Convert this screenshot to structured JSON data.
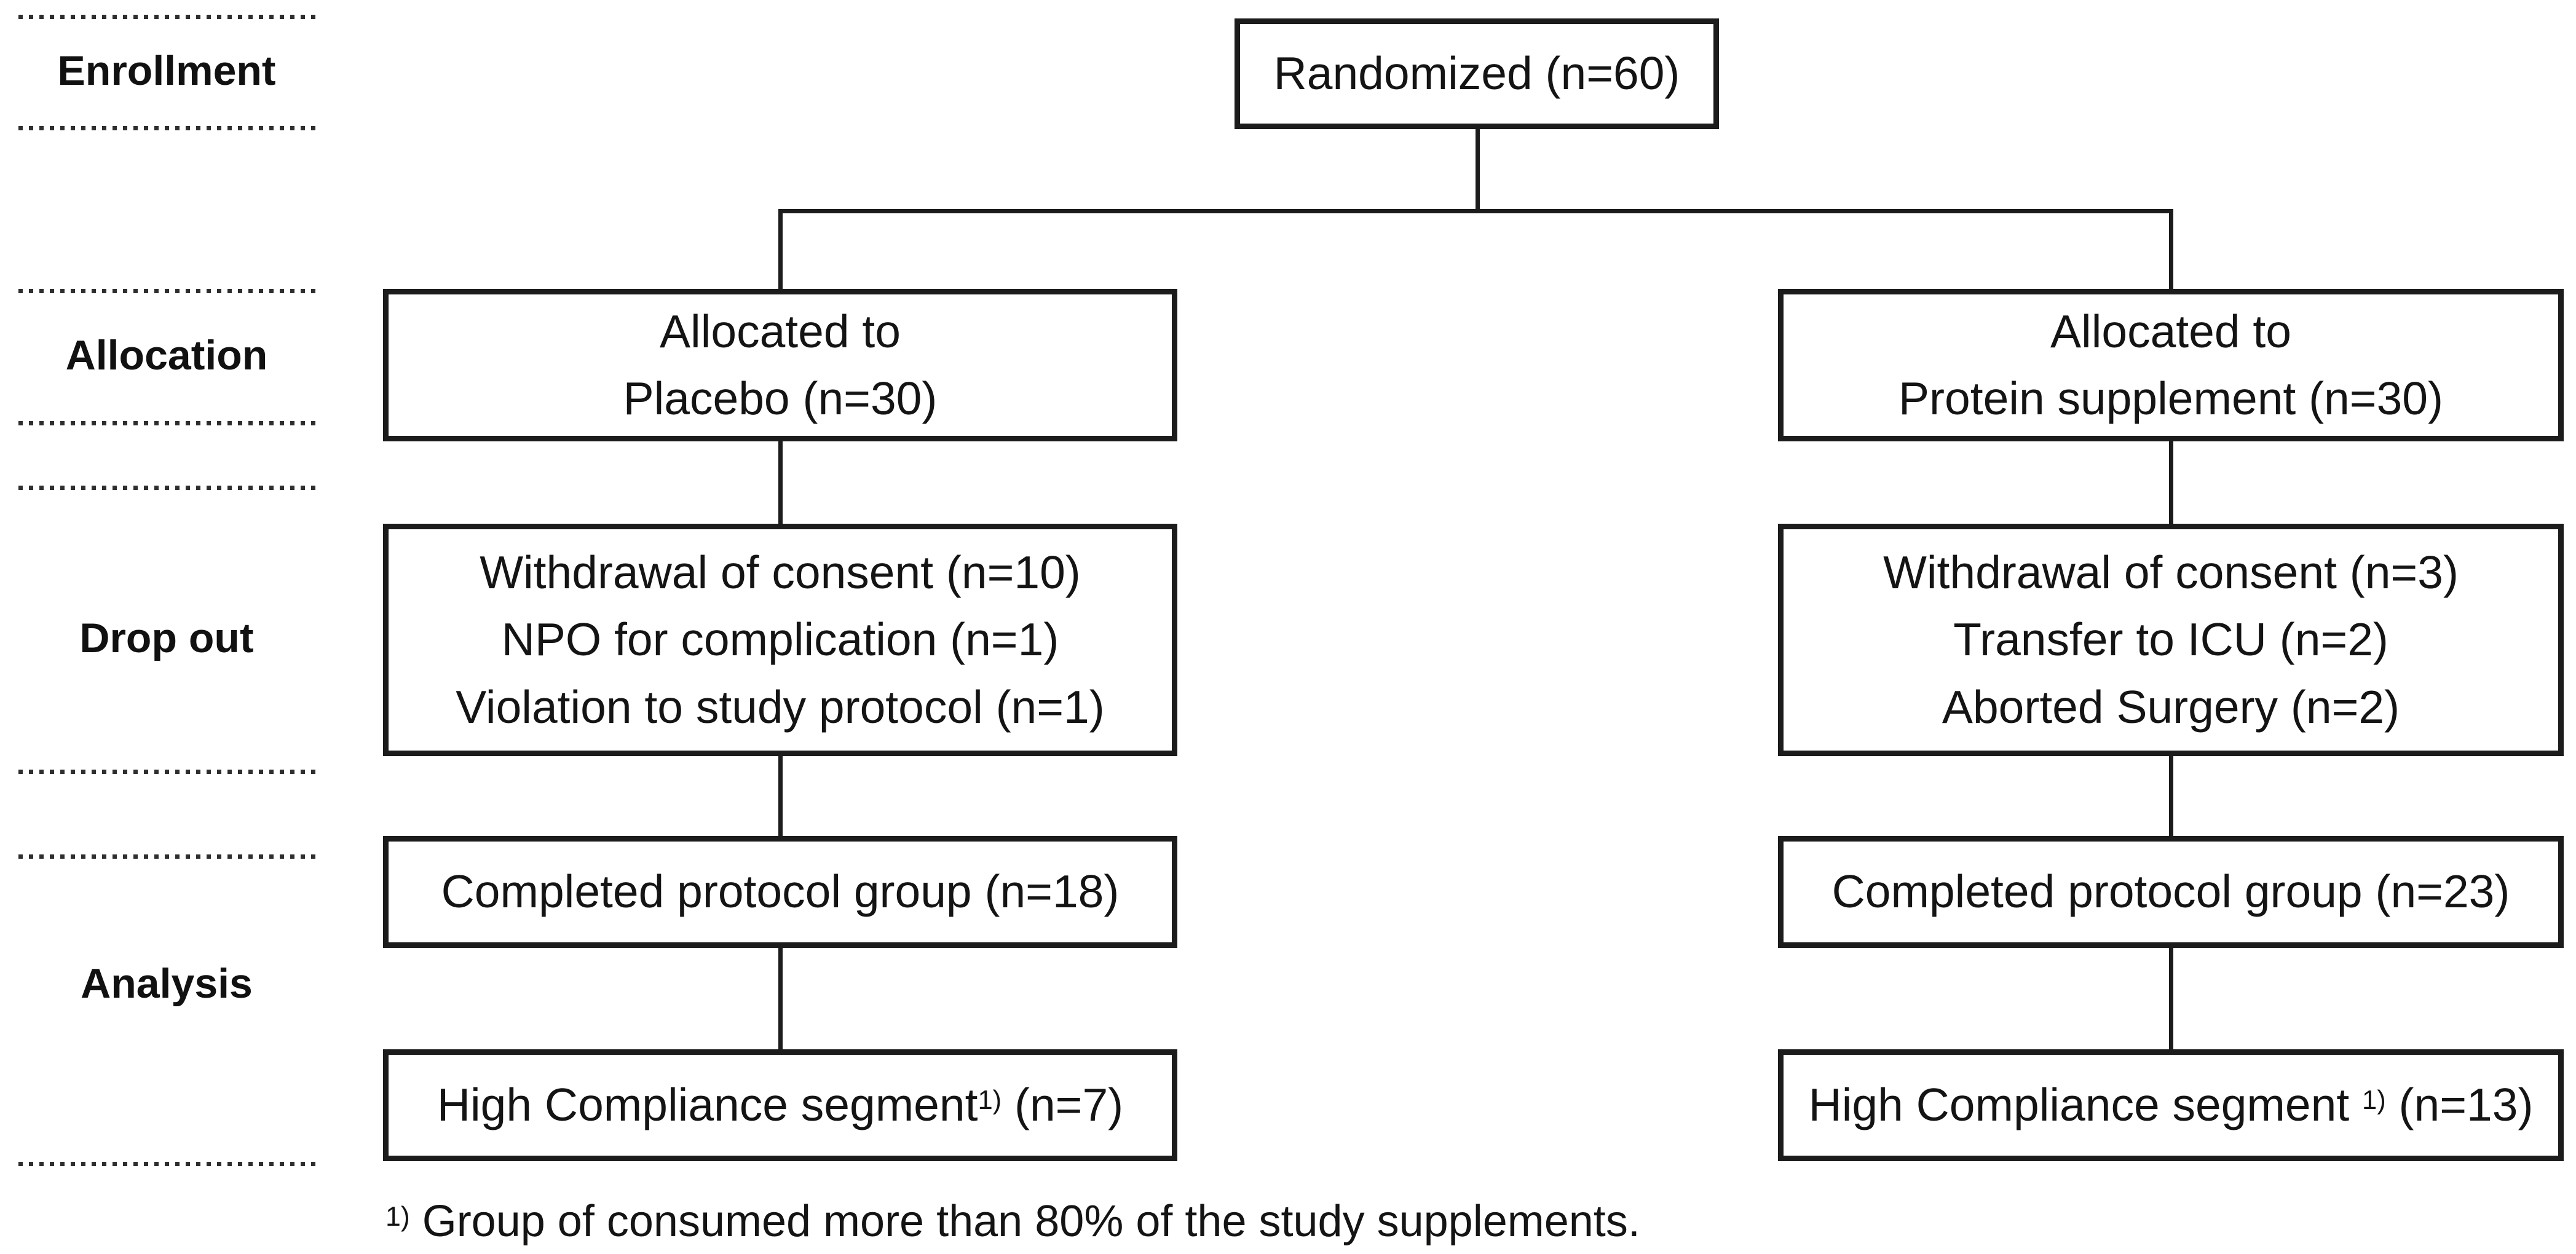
{
  "diagram_type": "consort-flow",
  "colors": {
    "line": "#1c1c1c",
    "text": "#141414",
    "dotted_separator": "#2e2e2e",
    "background": "#ffffff"
  },
  "stages": {
    "enrollment": "Enrollment",
    "allocation": "Allocation",
    "dropout": "Drop out",
    "analysis": "Analysis"
  },
  "randomized": {
    "text": "Randomized (n=60)"
  },
  "placebo_arm": {
    "allocation_line1": "Allocated to",
    "allocation_line2": "Placebo (n=30)",
    "dropout_line1": "Withdrawal of consent (n=10)",
    "dropout_line2": "NPO for complication (n=1)",
    "dropout_line3": "Violation to study protocol (n=1)",
    "completed": "Completed protocol group (n=18)",
    "high_compliance_label": "High Compliance segment",
    "high_compliance_sup": "1)",
    "high_compliance_n": " (n=7)"
  },
  "protein_arm": {
    "allocation_line1": "Allocated to",
    "allocation_line2": "Protein supplement (n=30)",
    "dropout_line1": "Withdrawal of consent (n=3)",
    "dropout_line2": "Transfer to ICU (n=2)",
    "dropout_line3": "Aborted Surgery (n=2)",
    "completed": "Completed protocol group (n=23)",
    "high_compliance_label": "High Compliance segment ",
    "high_compliance_sup": "1)",
    "high_compliance_n": " (n=13)"
  },
  "footnote": {
    "sup": "1)",
    "text": " Group of consumed more than 80% of the study supplements."
  }
}
